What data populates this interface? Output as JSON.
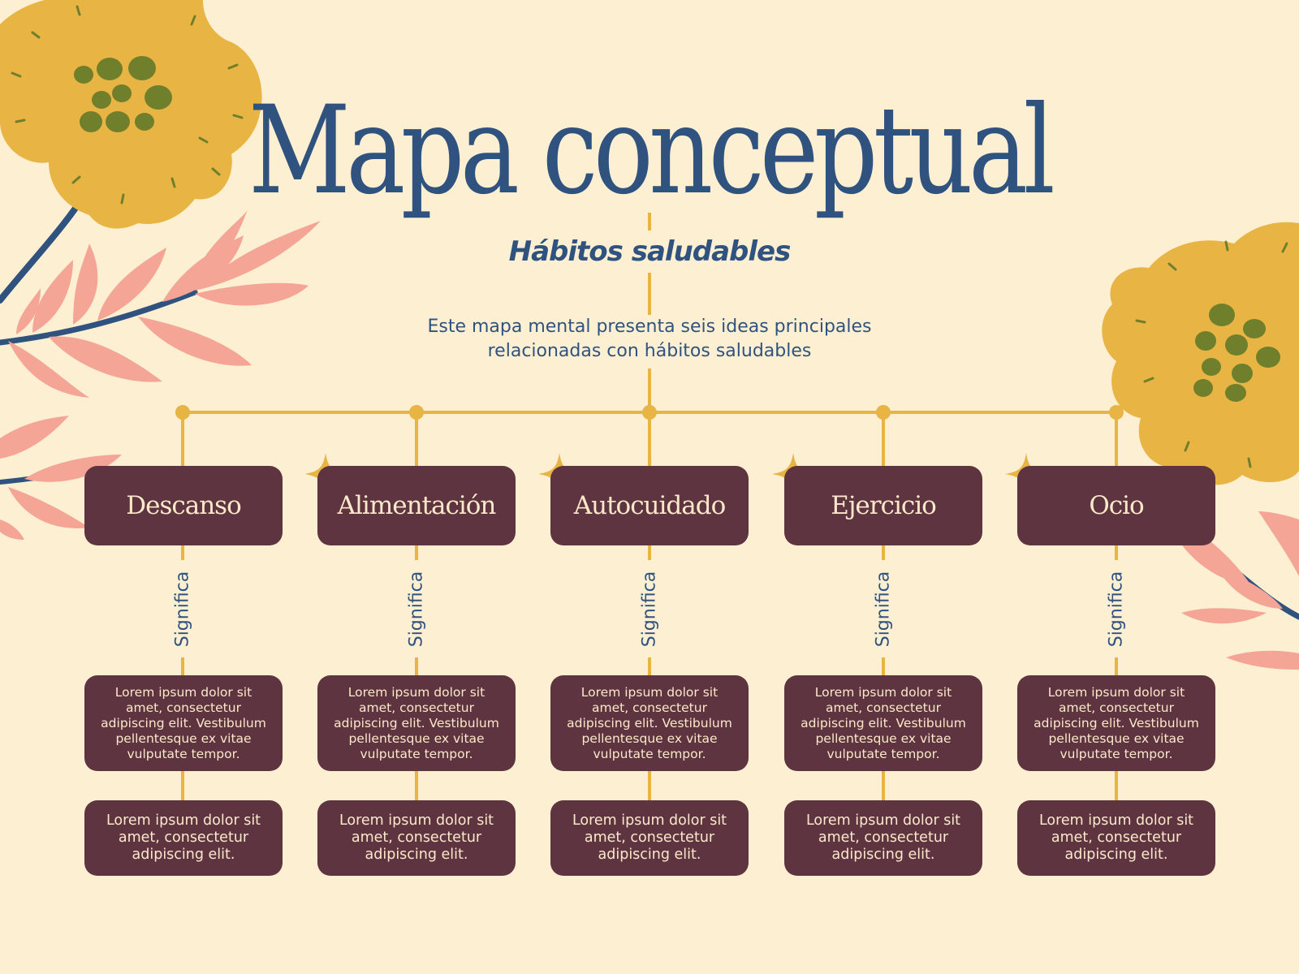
{
  "title": "Mapa conceptual",
  "subtitle": "Hábitos saludables",
  "description": "Este mapa mental presenta seis ideas principales relacionadas con hábitos saludables",
  "relation_label": "Significa",
  "colors": {
    "background": "#fdf0d2",
    "navy": "#30527f",
    "node": "#5f3441",
    "node_text": "#fbe9c9",
    "connector": "#e8b443",
    "flower": "#e8b443",
    "flower_center": "#6f7f2c",
    "leaf": "#f4a596"
  },
  "concepts": [
    {
      "label": "Descanso",
      "detail": "Lorem ipsum dolor sit amet, consectetur adipiscing elit. Vestibulum pellentesque ex vitae vulputate tempor.",
      "note": "Lorem ipsum dolor sit amet, consectetur adipiscing elit."
    },
    {
      "label": "Alimentación",
      "detail": "Lorem ipsum dolor sit amet, consectetur adipiscing elit. Vestibulum pellentesque ex vitae vulputate tempor.",
      "note": "Lorem ipsum dolor sit amet, consectetur adipiscing elit."
    },
    {
      "label": "Autocuidado",
      "detail": "Lorem ipsum dolor sit amet, consectetur adipiscing elit. Vestibulum pellentesque ex vitae vulputate tempor.",
      "note": "Lorem ipsum dolor sit amet, consectetur adipiscing elit."
    },
    {
      "label": "Ejercicio",
      "detail": "Lorem ipsum dolor sit amet, consectetur adipiscing elit. Vestibulum pellentesque ex vitae vulputate tempor.",
      "note": "Lorem ipsum dolor sit amet, consectetur adipiscing elit."
    },
    {
      "label": "Ocio",
      "detail": "Lorem ipsum dolor sit amet, consectetur adipiscing elit. Vestibulum pellentesque ex vitae vulputate tempor.",
      "note": "Lorem ipsum dolor sit amet, consectetur adipiscing elit."
    }
  ]
}
